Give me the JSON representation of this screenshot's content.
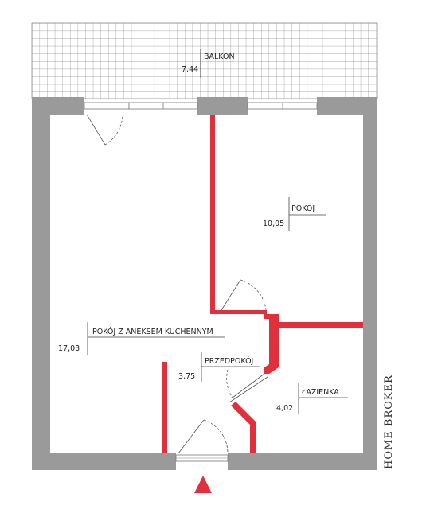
{
  "rooms": {
    "balkon": {
      "label": "BALKON",
      "area": "7,44"
    },
    "pokoj": {
      "label": "POKÓJ",
      "area": "10,05"
    },
    "salon": {
      "label": "POKÓJ Z ANEKSEM KUCHENNYM",
      "area": "17,03"
    },
    "przedpokoj": {
      "label": "PRZEDPOKÓJ",
      "area": "3,75"
    },
    "lazienka": {
      "label": "ŁAZIENKA",
      "area": "4,02"
    }
  },
  "brand": "HOME BROKER",
  "colors": {
    "outer_wall": "#9a9a9a",
    "partition": "#e0303c",
    "entrance_marker": "#e0303c",
    "balcony_grid": "#8a8a8a"
  }
}
